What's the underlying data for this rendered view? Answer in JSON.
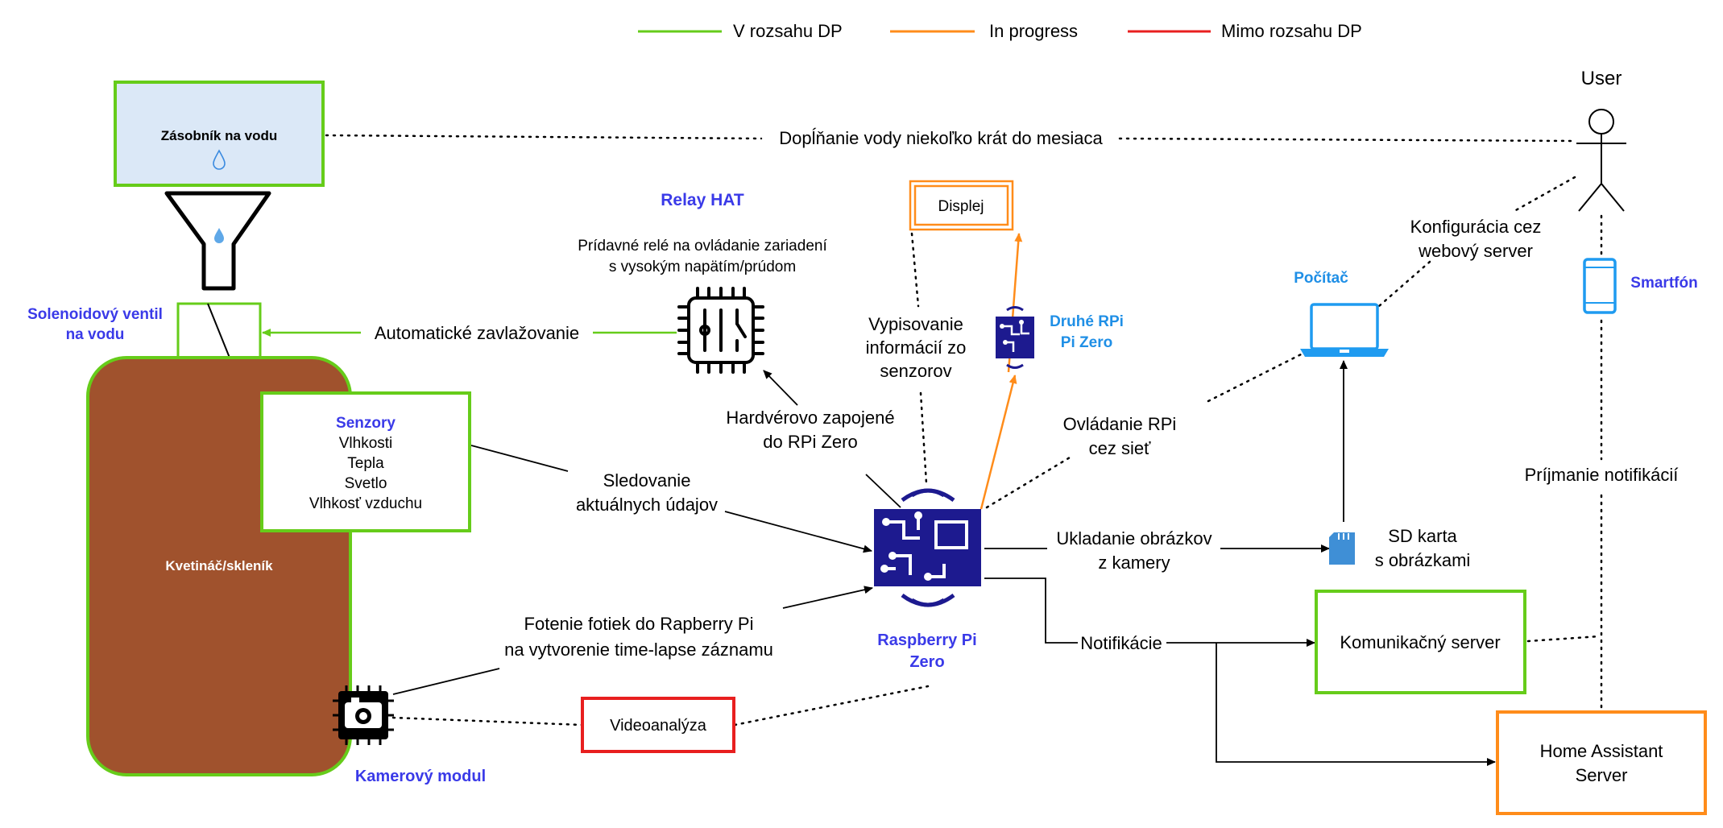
{
  "legend": {
    "in_scope": {
      "label": "V rozsahu DP",
      "color": "#66cc1a"
    },
    "in_progress": {
      "label": "In progress",
      "color": "#ff8c1a"
    },
    "out_of_scope": {
      "label": "Mimo rozsahu DP",
      "color": "#e81f1f"
    }
  },
  "nodes": {
    "water_tank": "Zásobník na vodu",
    "solenoid": [
      "Solenoidový ventil",
      "na vodu"
    ],
    "pot": "Kvetináč/skleník",
    "sensors_title": "Senzory",
    "sensors": [
      "Vlhkosti",
      "Tepla",
      "Svetlo",
      "Vlhkosť vzduchu"
    ],
    "relay_title": "Relay HAT",
    "relay_desc": [
      "Prídavné relé na ovládanie zariadení",
      "s vysokým napätím/prúdom"
    ],
    "display": "Displej",
    "second_rpi": [
      "Druhé RPi",
      "Pi Zero"
    ],
    "rpi": [
      "Raspberry Pi",
      "Zero"
    ],
    "computer": "Počítač",
    "smartphone": "Smartfón",
    "user": "User",
    "sd_card": [
      "SD karta",
      "s obrázkami"
    ],
    "comm_server": "Komunikačný server",
    "home_assistant": [
      "Home Assistant",
      "Server"
    ],
    "camera": "Kamerový modul",
    "video": "Videoanalýza"
  },
  "edges": {
    "refill": "Dopĺňanie vody niekoľko krát do mesiaca",
    "irrigation": "Automatické zavlažovanie",
    "hardware": [
      "Hardvérovo zapojené",
      "do RPi Zero"
    ],
    "display_info": [
      "Vypisovanie",
      "informácií zo",
      "senzorov"
    ],
    "monitoring": [
      "Sledovanie",
      "aktuálnych údajov"
    ],
    "control": [
      "Ovládanie RPi",
      "cez sieť"
    ],
    "config": [
      "Konfigurácia cez",
      "webový server"
    ],
    "save_images": [
      "Ukladanie obrázkov",
      "z kamery"
    ],
    "notifications": "Notifikácie",
    "receive_notifications": "Príjmanie notifikácií",
    "photos": [
      "Fotenie fotiek do Rapberry Pi",
      "na vytvorenie time-lapse záznamu"
    ]
  }
}
